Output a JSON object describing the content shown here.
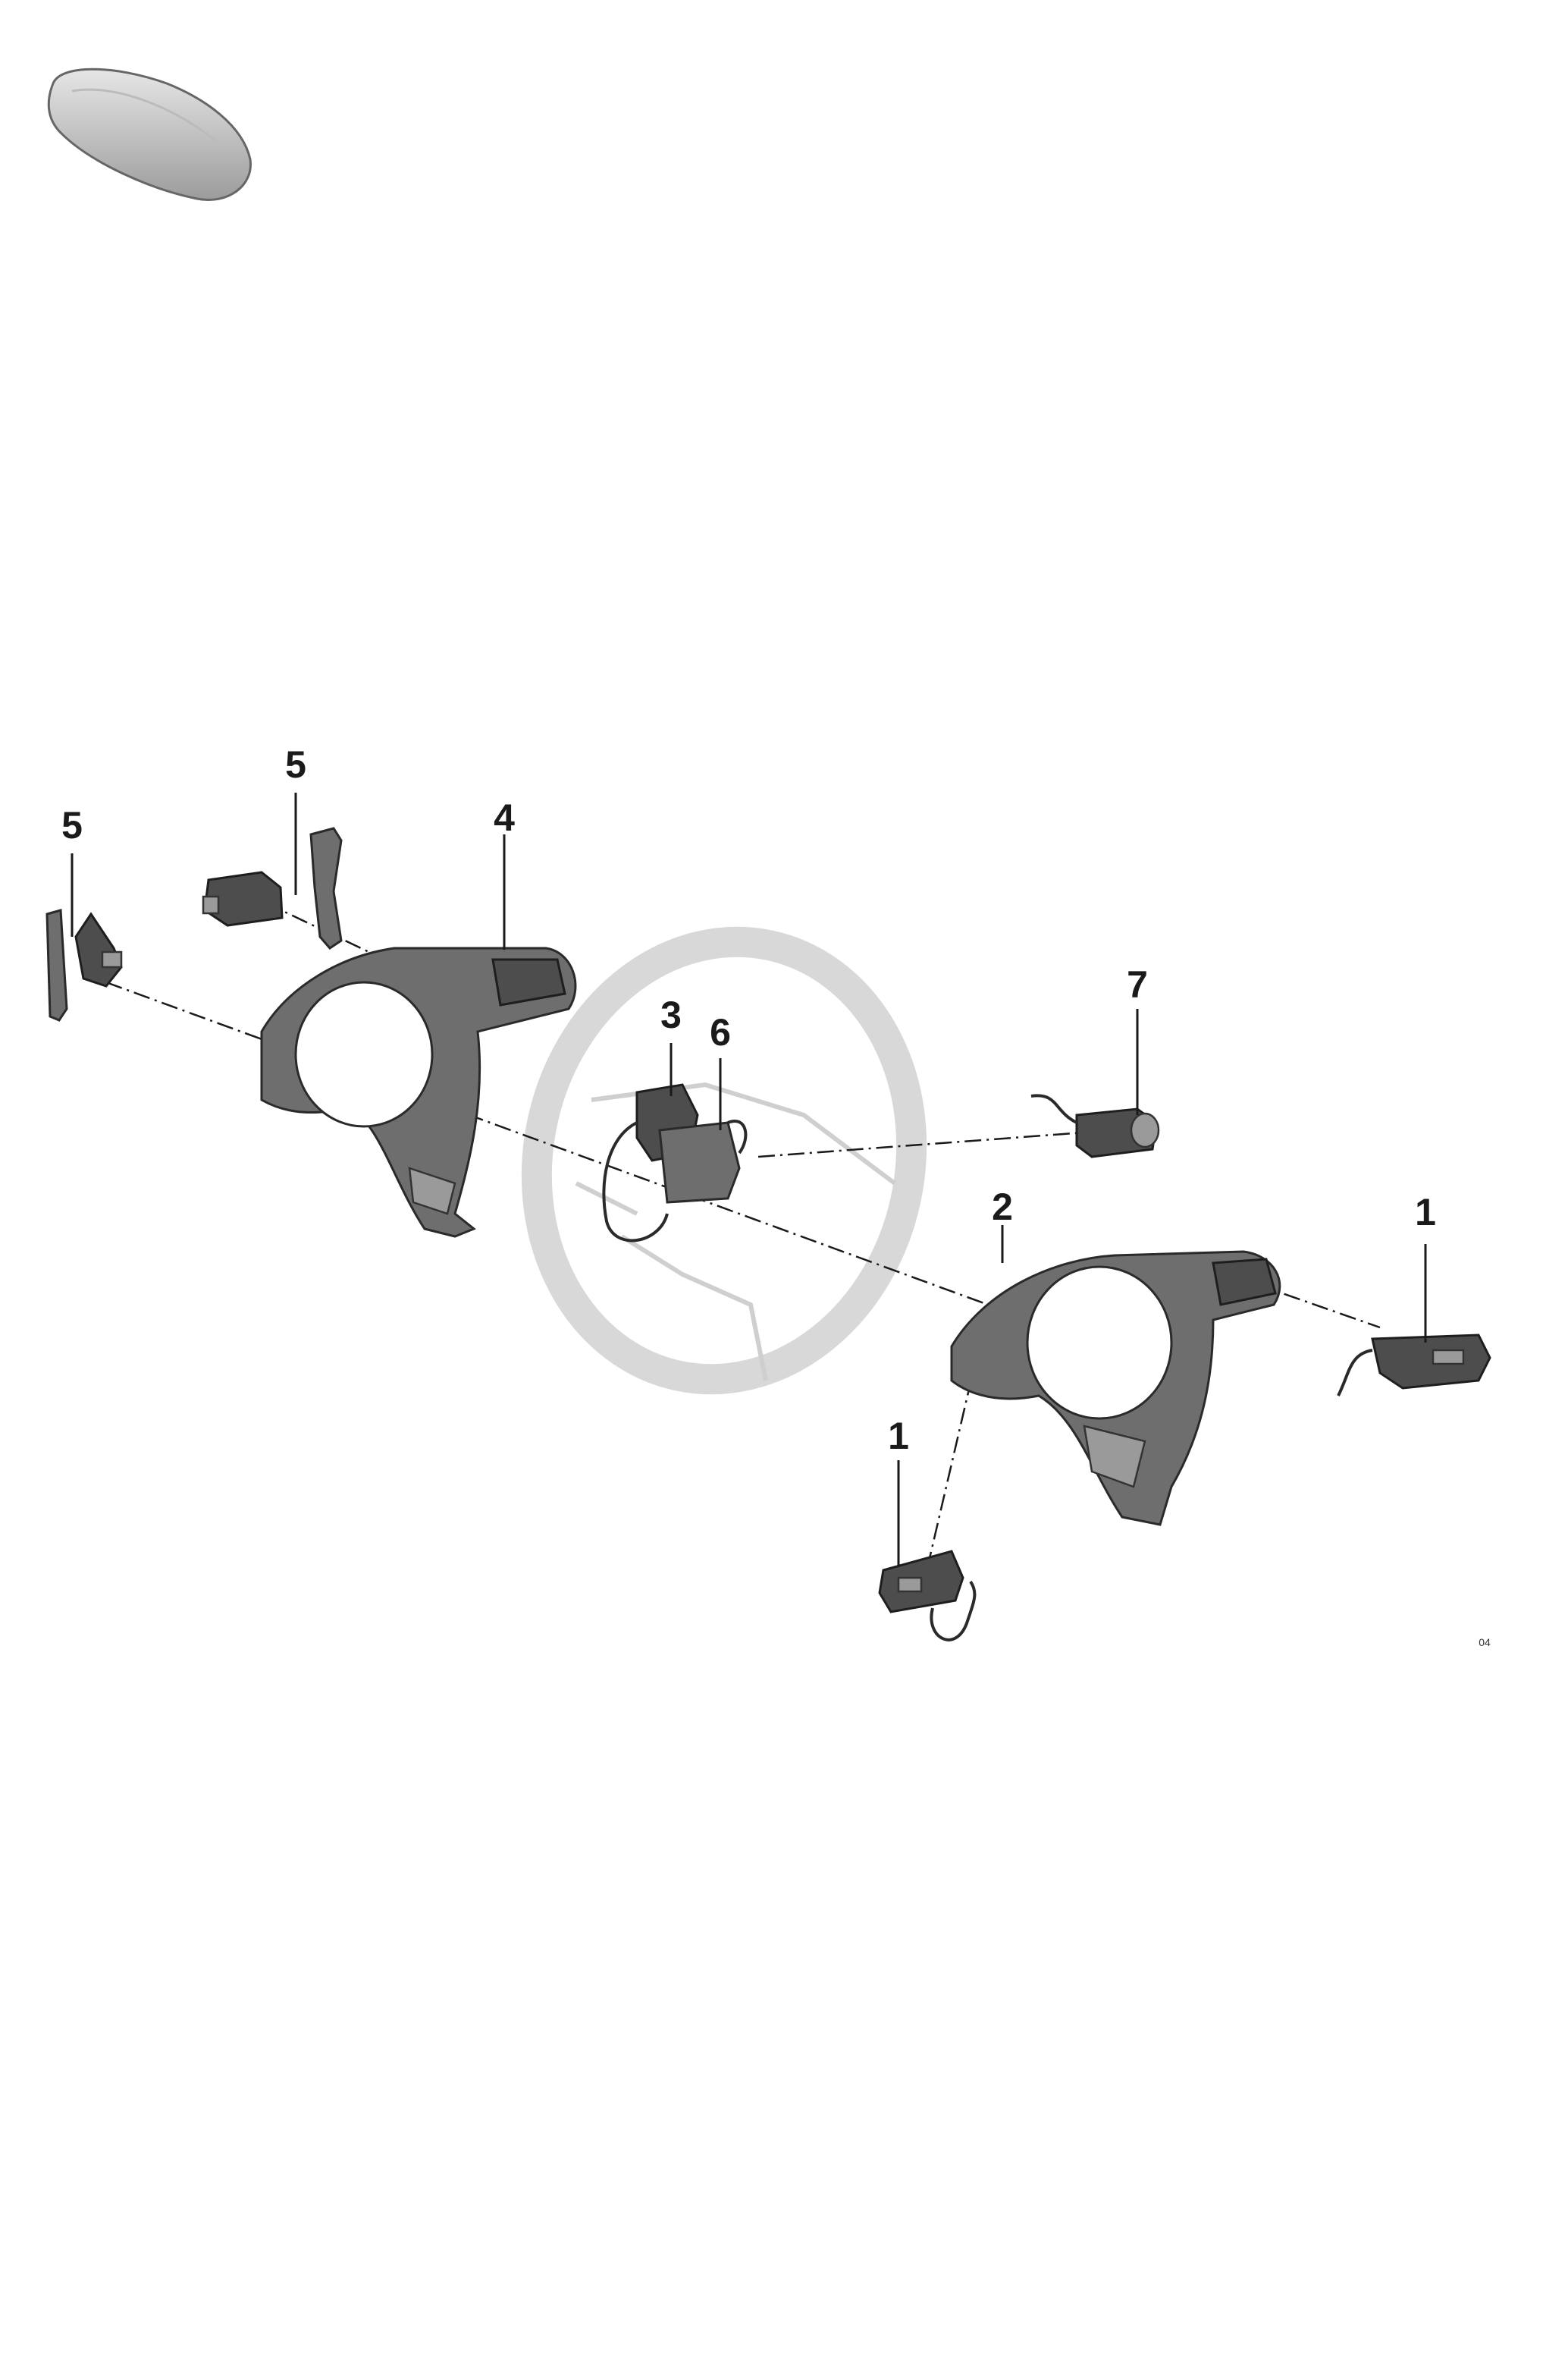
{
  "callouts": [
    {
      "label": "5"
    },
    {
      "label": "5"
    },
    {
      "label": "4"
    },
    {
      "label": "3"
    },
    {
      "label": "6"
    },
    {
      "label": "7"
    },
    {
      "label": "2"
    },
    {
      "label": "1"
    },
    {
      "label": "1"
    }
  ],
  "sheet_code": "04"
}
